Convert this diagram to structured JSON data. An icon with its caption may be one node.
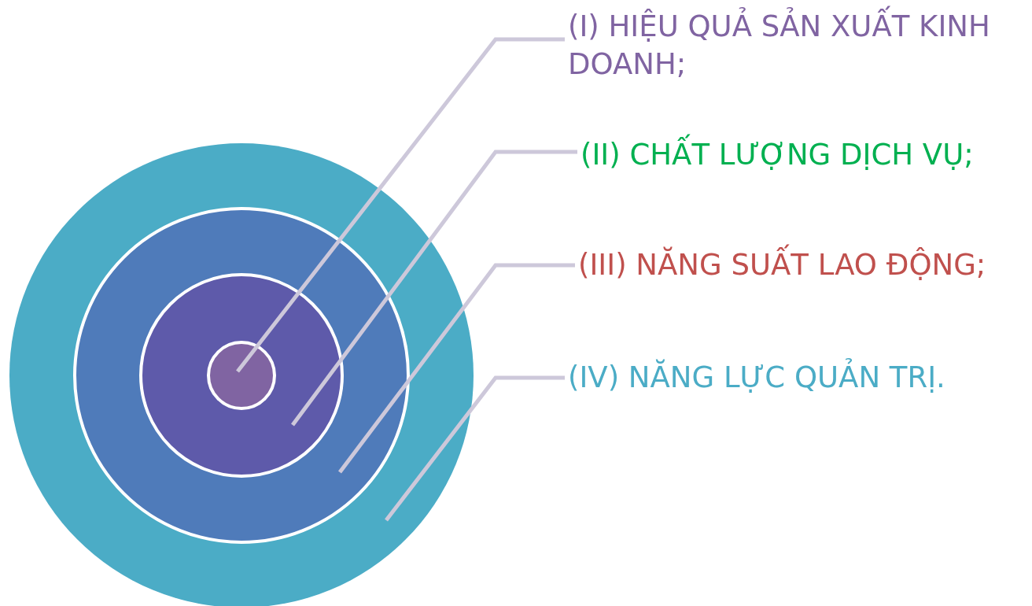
{
  "diagram": {
    "nodes": [
      {
        "text": [
          "(I) HIỆU QUẢ SẢN XUẤT KINH DOANH;"
        ]
      },
      {
        "text": [
          "(II) CHẤT LƯỢNG DỊCH VỤ;"
        ]
      },
      {
        "text": [
          "(III) NĂNG SUẤT LAO ĐỘNG;"
        ]
      },
      {
        "text": [
          "(IV) NĂNG LỰC QUẢN TRỊ."
        ]
      },
      {
        "text": [],
        "shape": "circle"
      },
      {
        "text": [],
        "shape": "circle",
        "in": 4
      },
      {
        "text": [],
        "shape": "circle",
        "in": 5
      },
      {
        "text": [],
        "shape": "circle",
        "in": 6
      }
    ],
    "edges": [
      {
        "from": 0,
        "to": 7,
        "arrow": "none"
      },
      {
        "from": 1,
        "to": 6,
        "arrow": "none"
      },
      {
        "from": 2,
        "to": 5,
        "arrow": "none"
      },
      {
        "from": 3,
        "to": 4,
        "arrow": "none"
      }
    ]
  }
}
